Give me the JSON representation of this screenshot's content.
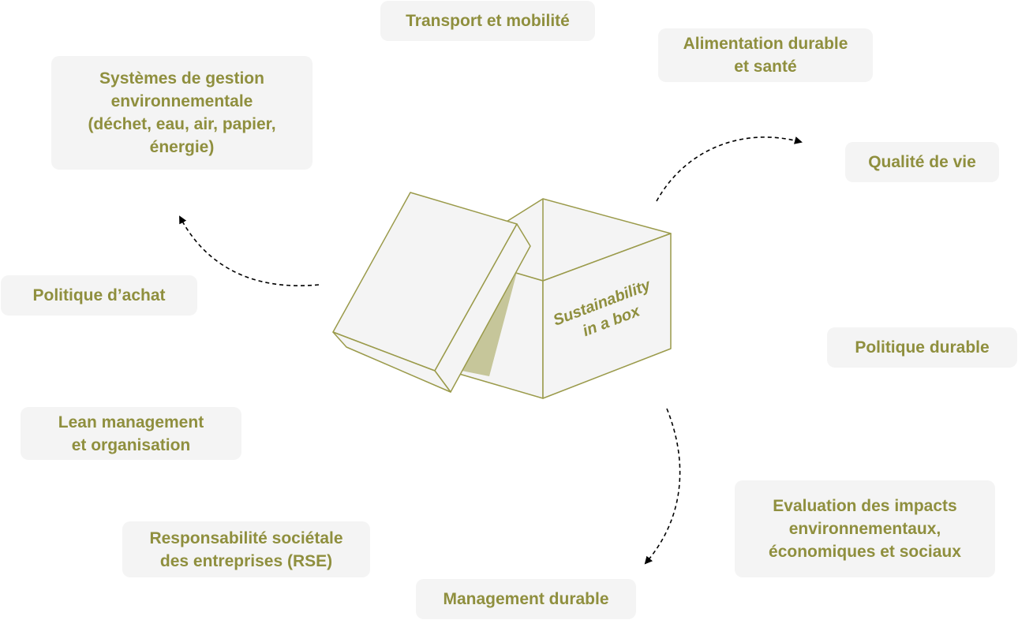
{
  "box": {
    "line1": "Sustainability",
    "line2": "in a box"
  },
  "topics": {
    "transport": "Transport et mobilité",
    "alimentation": "Alimentation durable\net santé",
    "qualite": "Qualité de vie",
    "systemes": "Systèmes de gestion\nenvironnementale\n(déchet, eau, air, papier,\nénergie)",
    "achat": "Politique d’achat",
    "politique": "Politique durable",
    "lean": "Lean management\net organisation",
    "evaluation": "Evaluation des impacts\nenvironnementaux,\néconomiques et sociaux",
    "rse": "Responsabilité sociétale\ndes entreprises (RSE)",
    "management": "Management durable"
  },
  "colors": {
    "accent": "#8f8f3e",
    "tag_background": "#f4f4f4",
    "box_stroke": "#9a9a4a",
    "box_shadow": "#c6c69a"
  }
}
